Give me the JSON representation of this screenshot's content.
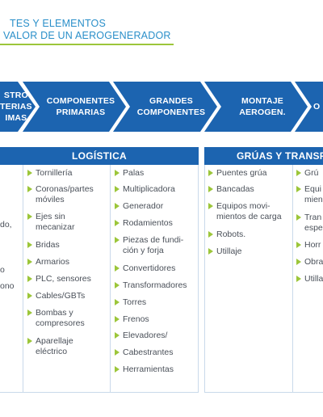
{
  "header": {
    "title_line_1": "TES Y ELEMENTOS",
    "title_line_2": "VALOR DE UN AEROGENERADOR"
  },
  "value_chain": [
    {
      "label": "STRO\nTERIAS\nIMAS"
    },
    {
      "label": "COMPONENTES\nPRIMARIAS"
    },
    {
      "label": "GRANDES\nCOMPONENTES"
    },
    {
      "label": "MONTAJE\nAEROGEN."
    },
    {
      "label": "O"
    }
  ],
  "categories": [
    {
      "label": "LOGÍSTICA"
    },
    {
      "label": "GRÚAS Y TRANSPO"
    }
  ],
  "left_edge_fragments": [
    "do,",
    "o",
    "ono"
  ],
  "columns": {
    "primarias": [
      "Tornillería",
      "Coronas/partes\nmóviles",
      "Ejes sin\nmecanizar",
      "Bridas",
      "Armarios",
      "PLC, sensores",
      "Cables/GBTs",
      "Bombas y\ncompresores",
      "Aparellaje\neléctrico"
    ],
    "grandes": [
      "Palas",
      "Multiplicadora",
      "Generador",
      "Rodamientos",
      "Piezas de fundi-\nción y forja",
      "Convertidores",
      "Transformadores",
      "Torres",
      "Frenos",
      "Elevadores/",
      "Cabestrantes",
      "Herramientas"
    ],
    "montaje": [
      "Puentes grúa",
      "Bancadas",
      "Equipos movi-\nmientos de carga",
      "Robots.",
      "Utillaje"
    ],
    "ultima": [
      "Grú",
      "Equi\nmien",
      "Tran\nespe",
      "Horr",
      "Obra",
      "Utilla"
    ]
  },
  "colors": {
    "title": "#2a8fc9",
    "rule": "#9cc63a",
    "chevron": "#1c64b0",
    "header_bar": "#1c64b0",
    "bullet": "#9cc63a",
    "text": "#4a5059"
  }
}
